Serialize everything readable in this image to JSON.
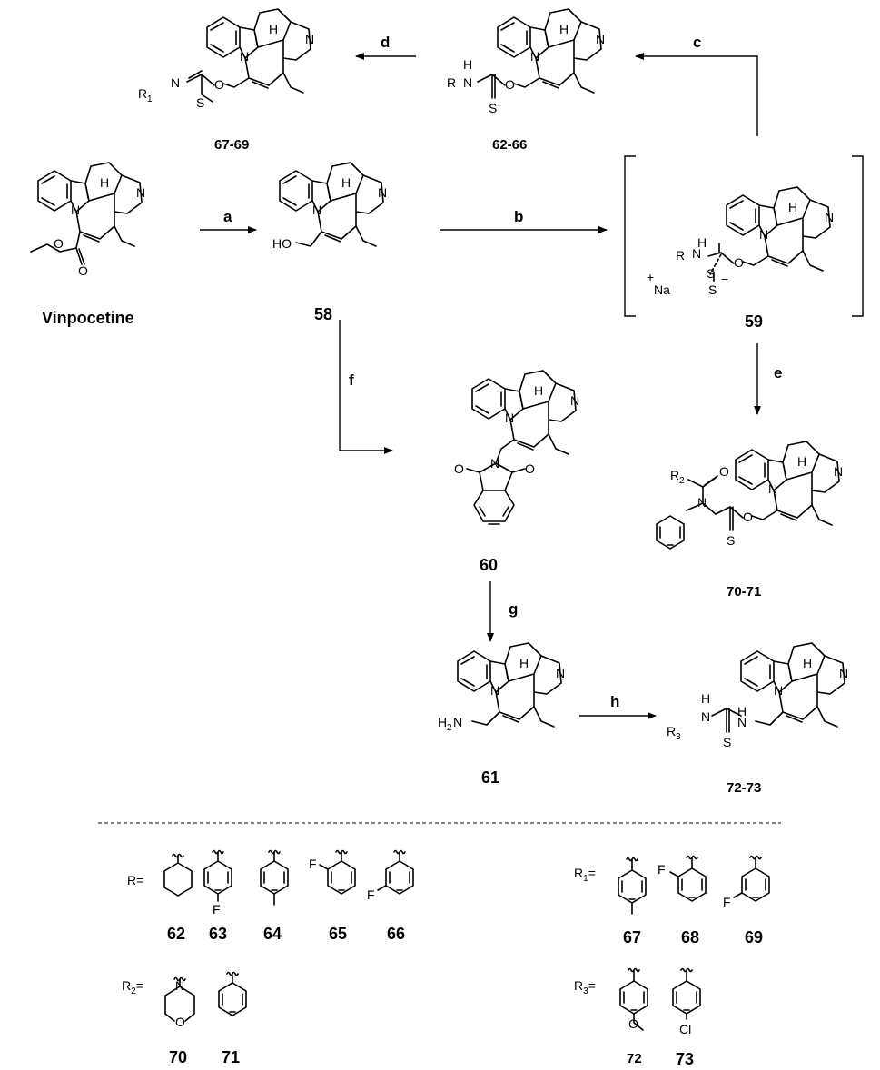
{
  "compounds": {
    "vinpocetine": "Vinpocetine",
    "c58": "58",
    "c59": "59",
    "c60": "60",
    "c61": "61",
    "c62_66": "62-66",
    "c67_69": "67-69",
    "c70_71": "70-71",
    "c72_73": "72-73"
  },
  "steps": {
    "a": "a",
    "b": "b",
    "c": "c",
    "d": "d",
    "e": "e",
    "f": "f",
    "g": "g",
    "h": "h"
  },
  "atoms": {
    "N": "N",
    "H": "H",
    "O": "O",
    "S": "S",
    "F": "F",
    "Cl": "Cl",
    "HO": "HO",
    "H2N_main": "H",
    "H2N_sub": "2",
    "H2N_tail": "N",
    "Na": "Na",
    "plus": "+",
    "minus": "−"
  },
  "substituent_labels": {
    "R": "R",
    "R_eq": "R=",
    "R1": "R",
    "R1_sub": "1",
    "R1_eq": "=",
    "R2": "R",
    "R2_sub": "2",
    "R2_eq": "=",
    "R3": "R",
    "R3_sub": "3",
    "R3_eq": "="
  },
  "legend": {
    "r_items": [
      "62",
      "63",
      "64",
      "65",
      "66"
    ],
    "r1_items": [
      "67",
      "68",
      "69"
    ],
    "r2_items": [
      "70",
      "71"
    ],
    "r3_items": [
      "72",
      "73"
    ]
  }
}
